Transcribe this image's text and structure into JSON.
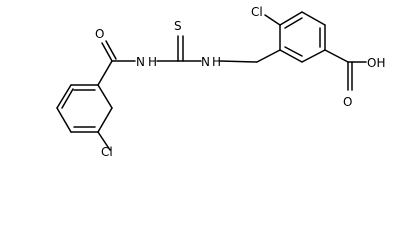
{
  "molecule": {
    "atoms": {
      "carbonyl_oxygen": "O",
      "chloro_left": "Cl",
      "thio_sulfur": "S",
      "amide_nitrogen": "N",
      "amide_hydrogen": "H",
      "thioamide_nitrogen": "N",
      "thioamide_hydrogen": "H",
      "chloro_right": "Cl",
      "acid_hydroxyl": "OH",
      "acid_oxygen": "O"
    }
  }
}
